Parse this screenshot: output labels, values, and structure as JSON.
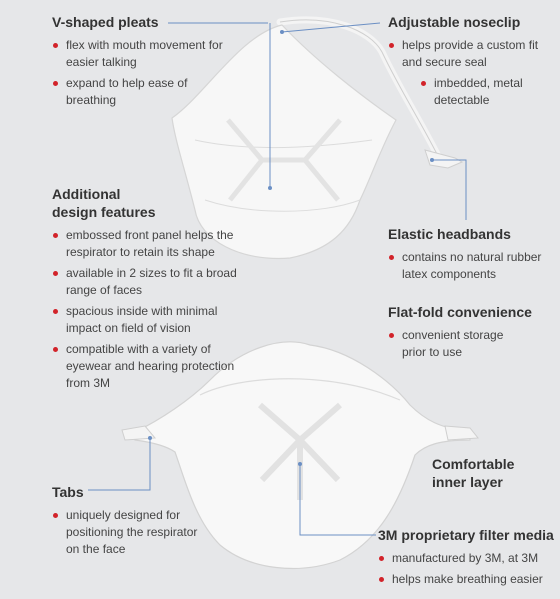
{
  "features": {
    "v_pleats": {
      "title": "V-shaped pleats",
      "items": [
        "flex with mouth movement for easier talking",
        "expand to help ease of breathing"
      ]
    },
    "noseclip": {
      "title": "Adjustable noseclip",
      "items": [
        "helps provide a custom fit and secure seal"
      ],
      "sub_items": [
        "imbedded, metal detectable"
      ]
    },
    "additional": {
      "title": "Additional design features",
      "items": [
        "embossed front panel helps the respirator to retain its shape",
        "available in 2 sizes to fit a broad range of faces",
        "spacious inside with minimal impact on field of vision",
        "compatible with a variety of eyewear and hearing protection from 3M"
      ]
    },
    "headbands": {
      "title": "Elastic headbands",
      "items": [
        "contains no natural rubber latex components"
      ]
    },
    "flatfold": {
      "title": "Flat-fold convenience",
      "items": [
        "convenient storage prior to use"
      ]
    },
    "inner": {
      "title": "Comfortable inner layer"
    },
    "tabs": {
      "title": "Tabs",
      "items": [
        "uniquely designed for positioning the respirator on the face"
      ]
    },
    "filter": {
      "title": "3M proprietary filter media",
      "items": [
        "manufactured by 3M, at 3M",
        "helps make breathing easier"
      ]
    }
  },
  "colors": {
    "background": "#e6e7e9",
    "bullet": "#d2232a",
    "leader": "#6b8fc4"
  }
}
